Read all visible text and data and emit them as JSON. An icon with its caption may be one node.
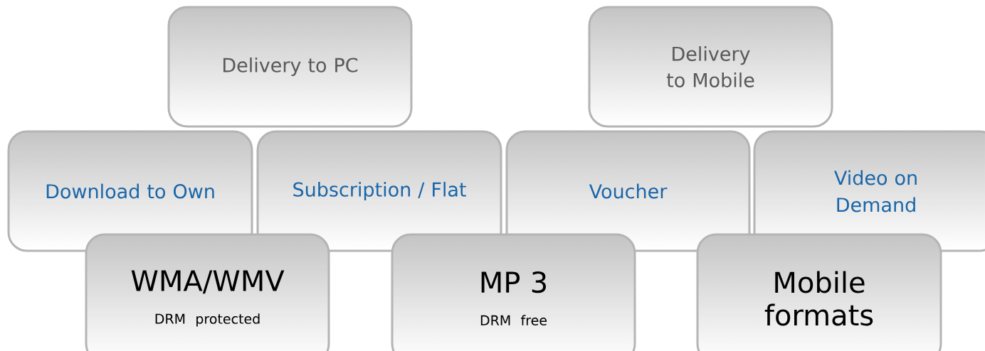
{
  "diagram": {
    "nodes": [
      {
        "text": [
          "Delivery to PC"
        ]
      },
      {
        "text": [
          "Delivery to Mobile"
        ]
      },
      {
        "text": [
          "Download to Own"
        ]
      },
      {
        "text": [
          "Subscription / Flat"
        ]
      },
      {
        "text": [
          "Voucher"
        ]
      },
      {
        "text": [
          "Video on Demand"
        ]
      },
      {
        "text": [
          "WMA/WMV",
          "DRM protected"
        ]
      },
      {
        "text": [
          "MP 3",
          "DRM free"
        ]
      },
      {
        "text": [
          "Mobile formats"
        ]
      }
    ]
  }
}
